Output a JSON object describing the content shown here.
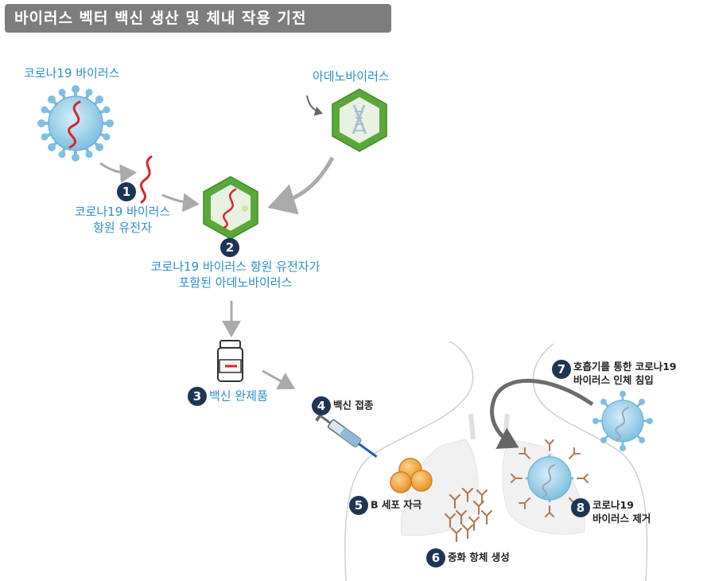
{
  "title": "바이러스 벡터 백신 생산 및 체내 작용 기전",
  "labels": {
    "corona_virus": "코로나19 바이러스",
    "adeno_virus": "아데노바이러스",
    "antigen_gene_line1": "코로나19 바이러스",
    "antigen_gene_line2": "항원 유전자",
    "combined_line1": "코로나19 바이러스 항원 유전자가",
    "combined_line2": "포함된 아데노바이러스",
    "vaccine_product": "백신 완제품",
    "inoculation": "백신 접종",
    "b_cell": "B 세포 자극",
    "antibody": "중화 항체 생성",
    "invasion_line1": "호흡기를 통한 코로나19",
    "invasion_line2": "바이러스 인체 침입",
    "removal_line1": "코로나19",
    "removal_line2": "바이러스 제거"
  },
  "steps": [
    "1",
    "2",
    "3",
    "4",
    "5",
    "6",
    "7",
    "8"
  ],
  "colors": {
    "label_blue": "#2d8fc7",
    "step_badge": "#1e3553",
    "virus_blue": "#87c8e6",
    "hexagon_green": "#5aa83a",
    "rna_red": "#d8262c",
    "b_cell_orange": "#f0a43a",
    "antibody_brown": "#b27a55"
  }
}
